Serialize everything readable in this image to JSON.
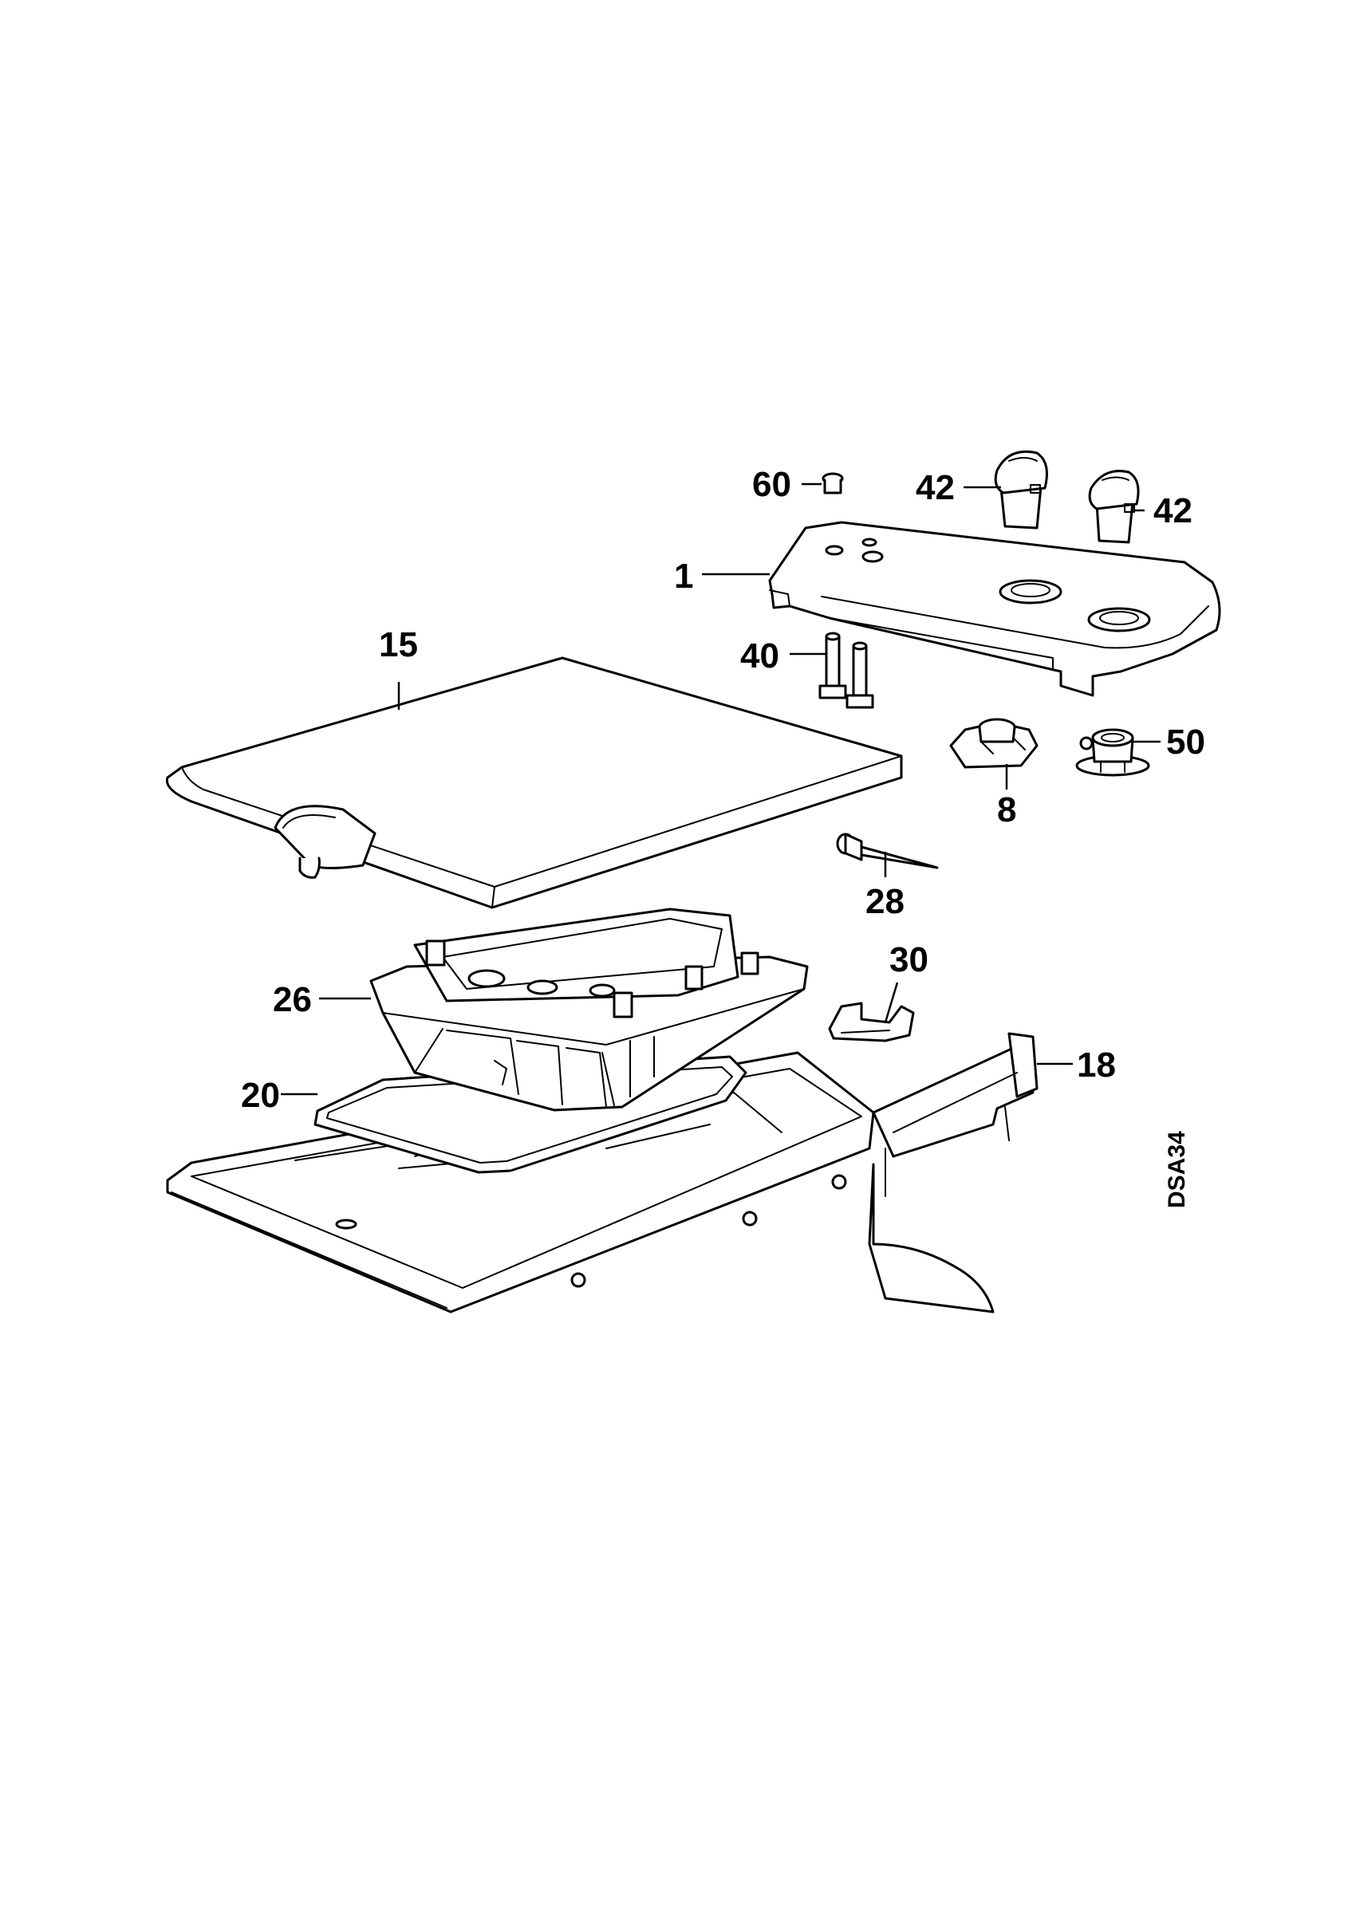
{
  "callouts": {
    "c60": "60",
    "c42a": "42",
    "c42b": "42",
    "c1": "1",
    "c15": "15",
    "c40": "40",
    "c50": "50",
    "c8": "8",
    "c28": "28",
    "c30": "30",
    "c26": "26",
    "c18": "18",
    "c20": "20"
  },
  "drawing_code": "DSA34",
  "colors": {
    "line": "#000000",
    "background": "#ffffff"
  }
}
